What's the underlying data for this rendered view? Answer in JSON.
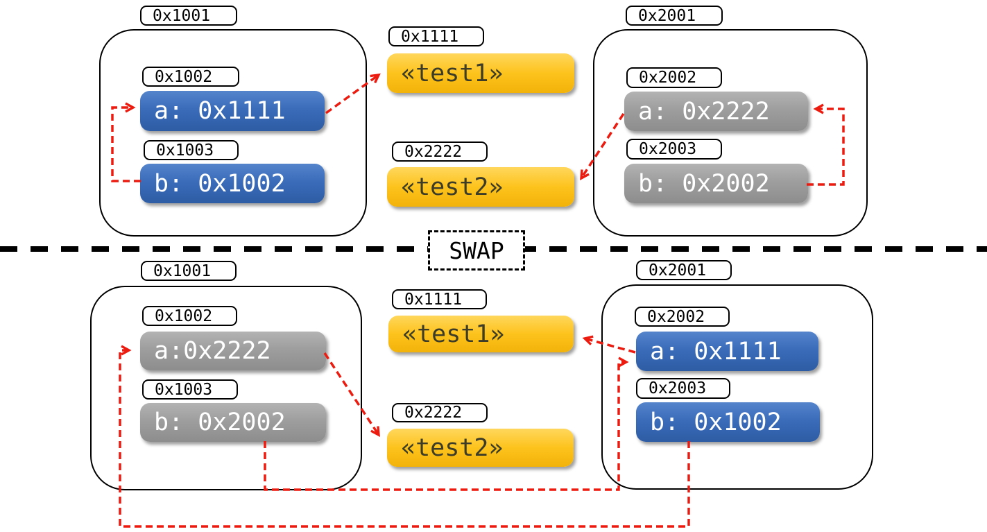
{
  "swap_label": "SWAP",
  "colors": {
    "pointer_pill_blue": "#3a6cba",
    "pointer_pill_gray": "#9e9e9e",
    "string_pill_yellow": "#fdc31d",
    "arrow_red": "#ec1b10",
    "line_black": "#000000"
  },
  "before": {
    "left_object": {
      "address": "0x1001",
      "slots": [
        {
          "address": "0x1002",
          "value": "a: 0x1111"
        },
        {
          "address": "0x1003",
          "value": "b: 0x1002"
        }
      ]
    },
    "strings": [
      {
        "address": "0x1111",
        "value": "«test1»"
      },
      {
        "address": "0x2222",
        "value": "«test2»"
      }
    ],
    "right_object": {
      "address": "0x2001",
      "slots": [
        {
          "address": "0x2002",
          "value": "a: 0x2222"
        },
        {
          "address": "0x2003",
          "value": "b: 0x2002"
        }
      ]
    }
  },
  "after": {
    "left_object": {
      "address": "0x1001",
      "slots": [
        {
          "address": "0x1002",
          "value": "a:0x2222"
        },
        {
          "address": "0x1003",
          "value": "b: 0x2002"
        }
      ]
    },
    "strings": [
      {
        "address": "0x1111",
        "value": "«test1»"
      },
      {
        "address": "0x2222",
        "value": "«test2»"
      }
    ],
    "right_object": {
      "address": "0x2001",
      "slots": [
        {
          "address": "0x2002",
          "value": "a: 0x1111"
        },
        {
          "address": "0x2003",
          "value": "b: 0x1002"
        }
      ]
    }
  }
}
